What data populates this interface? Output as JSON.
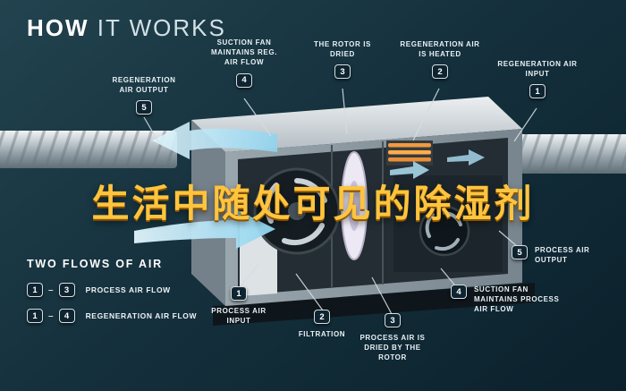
{
  "colors": {
    "background_top": "#22434f",
    "background_bottom": "#0b212c",
    "text": "#edf3f6",
    "watermark_gold": "#ffc43d",
    "airflow_blue": "#aee0f4",
    "heater_orange": "#ffae4a",
    "badge_border": "#d7dee2"
  },
  "title": {
    "word1": "HOW",
    "word2": "IT WORKS"
  },
  "watermark": "生活中随处可见的除湿剂",
  "legend": {
    "heading": "TWO FLOWS OF AIR",
    "separator": "–",
    "rows": [
      {
        "from": "1",
        "to": "3",
        "label": "PROCESS AIR FLOW"
      },
      {
        "from": "1",
        "to": "4",
        "label": "REGENERATION AIR FLOW"
      }
    ]
  },
  "callouts_top": [
    {
      "num": "5",
      "label": "REGENERATION AIR OUTPUT"
    },
    {
      "num": "4",
      "label": "SUCTION FAN MAINTAINS REG. AIR FLOW"
    },
    {
      "num": "3",
      "label": "THE ROTOR IS DRIED"
    },
    {
      "num": "2",
      "label": "REGENERATION AIR IS HEATED"
    },
    {
      "num": "1",
      "label": "REGENERATION AIR INPUT"
    }
  ],
  "callouts_bottom": [
    {
      "num": "1",
      "label": "PROCESS AIR INPUT"
    },
    {
      "num": "2",
      "label": "FILTRATION"
    },
    {
      "num": "3",
      "label": "PROCESS AIR IS DRIED BY THE ROTOR"
    },
    {
      "num": "4",
      "label": "SUCTION FAN MAINTAINS PROCESS AIR FLOW"
    },
    {
      "num": "5",
      "label": "PROCESS AIR OUTPUT"
    }
  ]
}
